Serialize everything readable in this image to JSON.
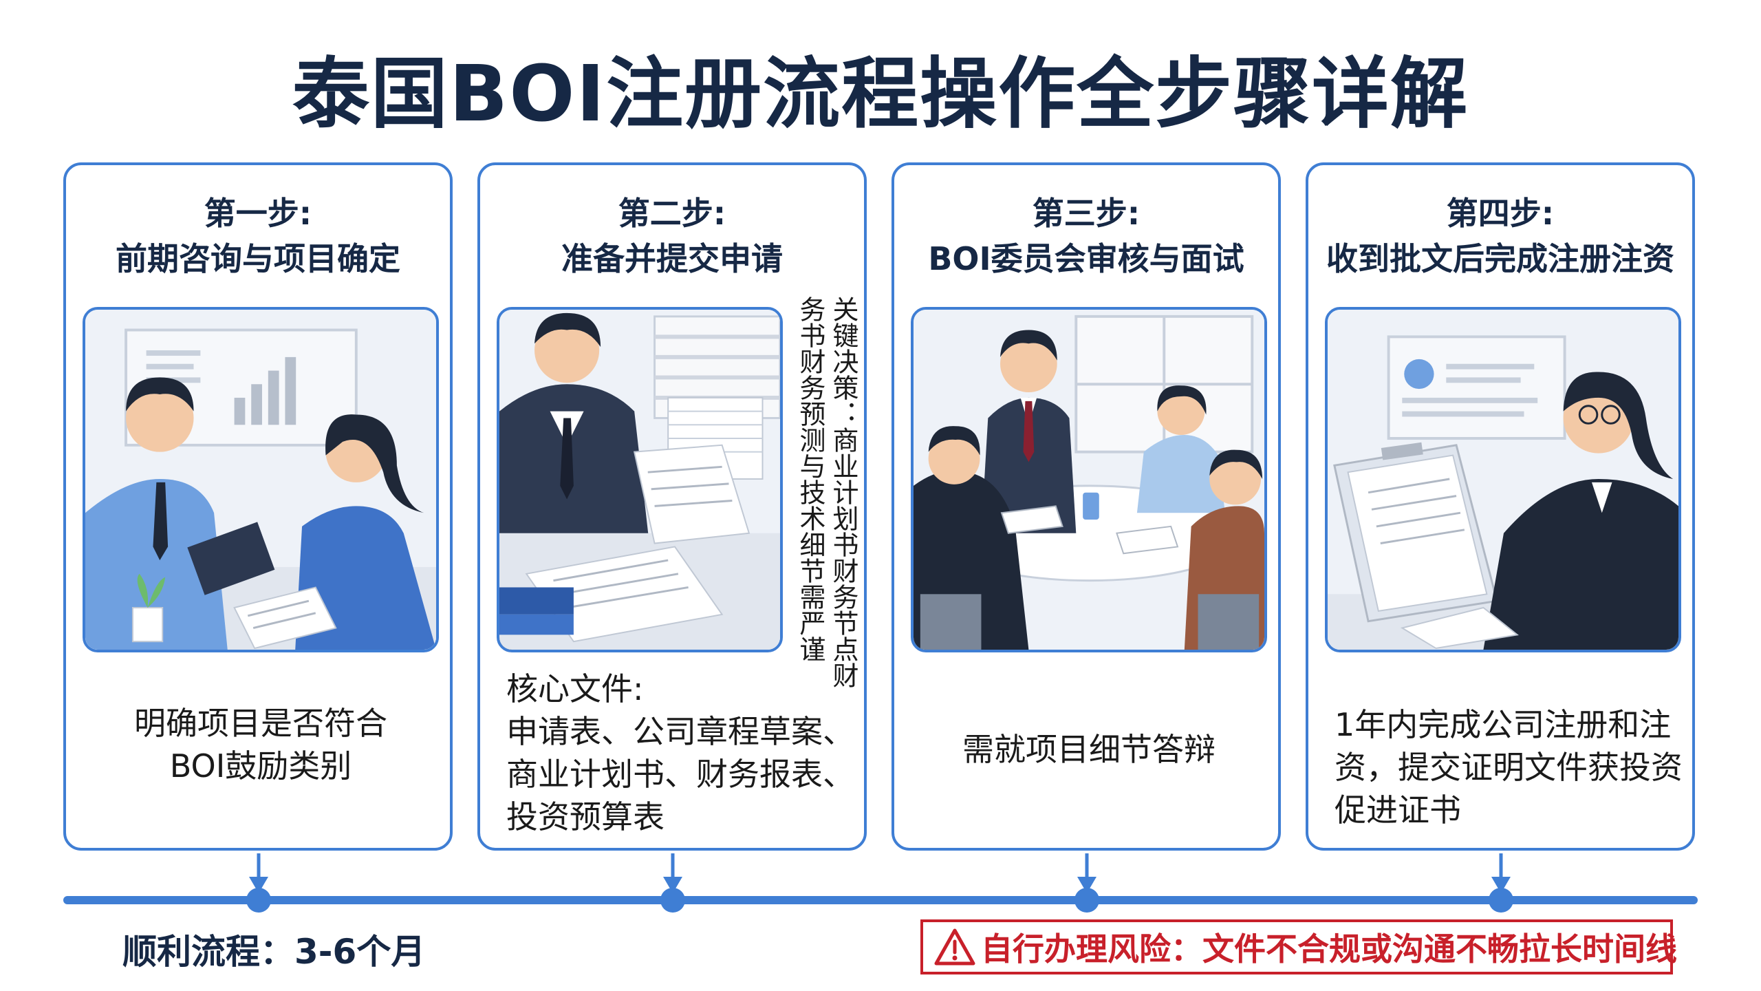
{
  "title": "泰国BOI注册流程操作全步骤详解",
  "steps": [
    {
      "number": "第一步:",
      "name": "前期咨询与项目确定",
      "desc_lines": [
        "明确项目是否符合",
        "BOI鼓励类别"
      ]
    },
    {
      "number": "第二步:",
      "name": "准备并提交申请",
      "desc_lines": [
        "核心文件:",
        "申请表、公司章程草案、",
        "商业计划书、财务报表、",
        "投资预算表"
      ],
      "side_note": "关键决策：商业计划书财务节点财务书财务预测与技术细节需严谨"
    },
    {
      "number": "第三步:",
      "name": "BOI委员会审核与面试",
      "desc_lines": [
        "需就项目细节答辩"
      ]
    },
    {
      "number": "第四步:",
      "name": "收到批文后完成注册注资",
      "desc_lines": [
        "1年内完成公司注册和注",
        "资，提交证明文件获投资",
        "促进证书"
      ]
    }
  ],
  "footer": {
    "duration": "顺利流程：3-6个月",
    "risk": "自行办理风险：文件不合规或沟通不畅拉长时间线"
  },
  "colors": {
    "accent": "#3f7ed4",
    "title": "#162845",
    "risk": "#c8202a"
  },
  "icons": {
    "timeline_arrow": "arrow-down-icon",
    "timeline_node": "circle-node-icon",
    "risk": "warning-triangle-icon"
  }
}
